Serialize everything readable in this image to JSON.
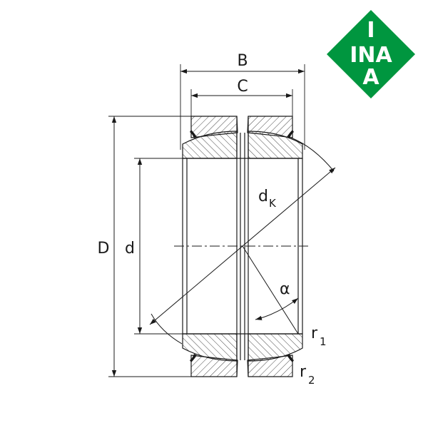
{
  "labels": {
    "B": "B",
    "C": "C",
    "D": "D",
    "d": "d",
    "dK_main": "d",
    "dK_sub": "K",
    "alpha": "α",
    "r1_main": "r",
    "r1_sub": "1",
    "r2_main": "r",
    "r2_sub": "2"
  },
  "logo": {
    "line1": "I",
    "line2": "INA",
    "line3": "A",
    "color": "#00963f"
  },
  "colors": {
    "stroke": "#1a1a1a",
    "hatch": "#1a1a1a"
  }
}
